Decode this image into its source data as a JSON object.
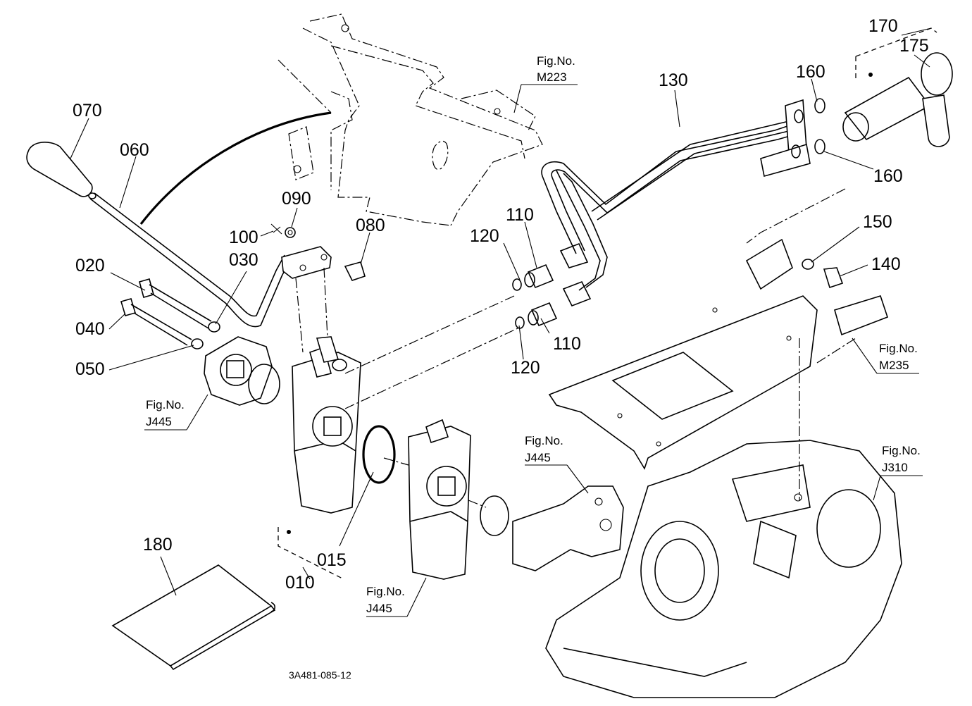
{
  "callouts": [
    {
      "id": "070",
      "text": "070"
    },
    {
      "id": "060",
      "text": "060"
    },
    {
      "id": "090",
      "text": "090"
    },
    {
      "id": "100",
      "text": "100"
    },
    {
      "id": "080",
      "text": "080"
    },
    {
      "id": "030",
      "text": "030"
    },
    {
      "id": "020",
      "text": "020"
    },
    {
      "id": "040",
      "text": "040"
    },
    {
      "id": "050",
      "text": "050"
    },
    {
      "id": "120a",
      "text": "120"
    },
    {
      "id": "110a",
      "text": "110"
    },
    {
      "id": "110b",
      "text": "110"
    },
    {
      "id": "120b",
      "text": "120"
    },
    {
      "id": "130",
      "text": "130"
    },
    {
      "id": "160a",
      "text": "160"
    },
    {
      "id": "160b",
      "text": "160"
    },
    {
      "id": "170",
      "text": "170"
    },
    {
      "id": "175",
      "text": "175"
    },
    {
      "id": "150",
      "text": "150"
    },
    {
      "id": "140",
      "text": "140"
    },
    {
      "id": "015",
      "text": "015"
    },
    {
      "id": "010",
      "text": "010"
    },
    {
      "id": "180",
      "text": "180"
    }
  ],
  "figure_refs": [
    {
      "id": "m223",
      "prefix": "Fig.No.",
      "number": "M223"
    },
    {
      "id": "m235",
      "prefix": "Fig.No.",
      "number": "M235"
    },
    {
      "id": "j445a",
      "prefix": "Fig.No.",
      "number": "J445"
    },
    {
      "id": "j445b",
      "prefix": "Fig.No.",
      "number": "J445"
    },
    {
      "id": "j445c",
      "prefix": "Fig.No.",
      "number": "J445"
    },
    {
      "id": "j310",
      "prefix": "Fig.No.",
      "number": "J310"
    }
  ],
  "drawing_code": "3A481-085-12"
}
